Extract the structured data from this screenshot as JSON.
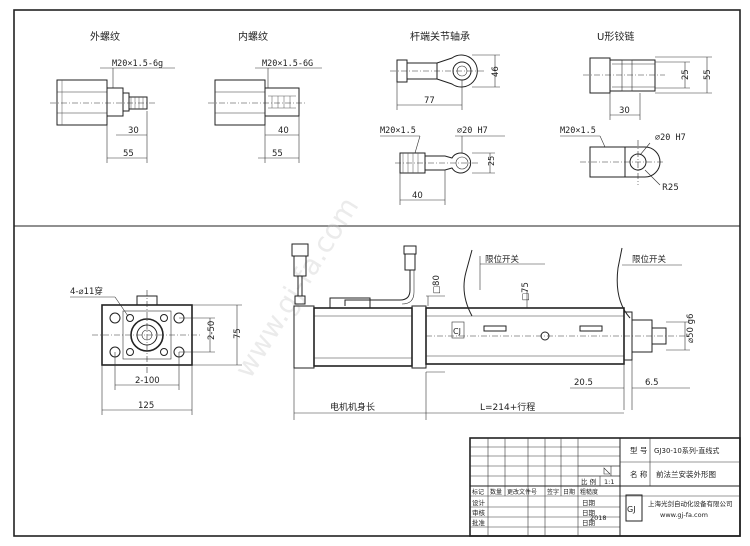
{
  "top_views": {
    "external_thread": {
      "title": "外螺纹",
      "callout": "M20×1.5-6g",
      "dims": [
        "30",
        "55"
      ]
    },
    "internal_thread": {
      "title": "内螺纹",
      "callout": "M20×1.5-6G",
      "dims": [
        "40",
        "55"
      ]
    },
    "rod_end_bearing": {
      "title": "杆端关节轴承",
      "callout": "M20×1.5",
      "bore": "⌀20 H7",
      "dims": [
        "46",
        "77",
        "25",
        "40"
      ]
    },
    "u_clevis": {
      "title": "U形铰链",
      "callout": "M20×1.5",
      "bore": "⌀20 H7",
      "dims": [
        "25",
        "55",
        "30",
        "R25"
      ]
    }
  },
  "bottom_views": {
    "flange": {
      "holes": "4-⌀11穿",
      "dims": [
        "2-50",
        "75",
        "2-100",
        "125"
      ]
    },
    "actuator": {
      "dims": [
        "□80",
        "□75",
        "⌀50 g6",
        "20.5",
        "6.5"
      ],
      "switch_label_1": "限位开关",
      "switch_label_2": "限位开关",
      "motor_length_label": "电机机身长",
      "stroke_label": "L=214+行程",
      "logo_mark": "CJ"
    }
  },
  "title_block": {
    "model_label": "型 号",
    "model_value": "GJ30-10系列-直线式",
    "name_label": "名 称",
    "name_value": "前法兰安装外形图",
    "scale_label": "比 例",
    "scale_value": "1:1",
    "rev_headers": [
      "标记",
      "数量",
      "更改文件号",
      "签字",
      "日期",
      "粗糙度"
    ],
    "rows": [
      {
        "role": "设计",
        "date_label": "日期"
      },
      {
        "role": "审核",
        "date_label": "日期"
      },
      {
        "role": "批准",
        "date_label": "日期"
      }
    ],
    "year": "2018",
    "company": "上海光剑自动化设备有限公司",
    "website": "www.gj-fa.com",
    "logo": "GJ"
  },
  "watermark": "www.gj-fa.com"
}
